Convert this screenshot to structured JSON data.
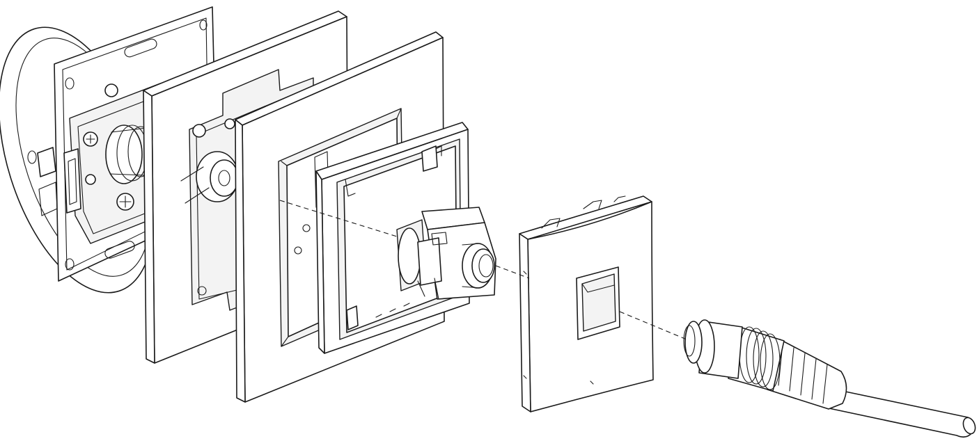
{
  "figure": {
    "type": "exploded-assembly-drawing",
    "line_color": "#1a1a1a",
    "background": "#ffffff",
    "components": [
      {
        "id": "mounting-base",
        "icon": "round-wall-box-with-metal-frame"
      },
      {
        "id": "intermediate-frame",
        "icon": "square-plate"
      },
      {
        "id": "cover-frame",
        "icon": "square-plate"
      },
      {
        "id": "inner-frame",
        "icon": "square-frame-with-clips"
      },
      {
        "id": "coax-adapter",
        "icon": "keystone-coax-coupler"
      },
      {
        "id": "cover-plate",
        "icon": "square-cover-with-opening"
      },
      {
        "id": "coax-plug-cable",
        "icon": "coax-connector-with-cable"
      }
    ]
  }
}
